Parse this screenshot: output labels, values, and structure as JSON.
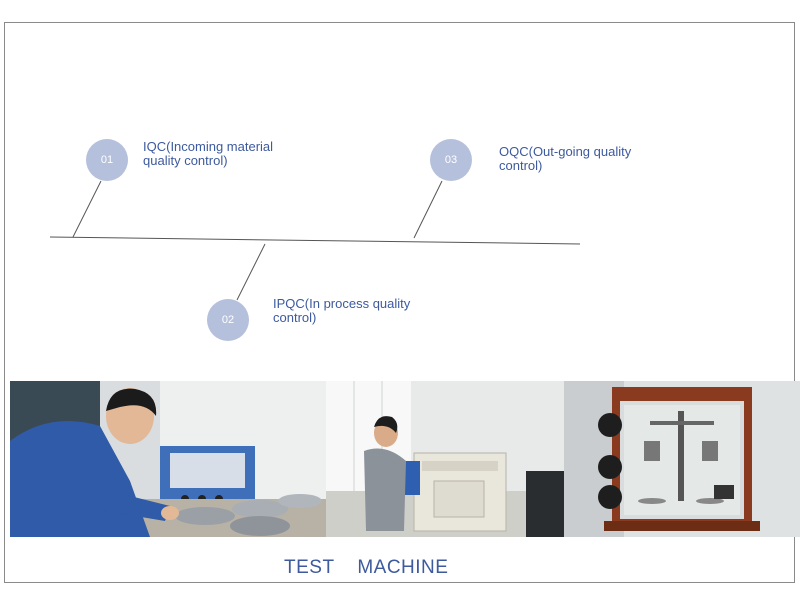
{
  "timeline": {
    "steps": [
      {
        "number": "01",
        "label": "IQC(Incoming material\nquality control)"
      },
      {
        "number": "02",
        "label": "IPQC(In process quality\ncontrol)"
      },
      {
        "number": "03",
        "label": "OQC(Out-going quality\ncontrol)"
      }
    ]
  },
  "photos": [
    {
      "icon": "worker-testing-flanges-photo"
    },
    {
      "icon": "technician-at-test-machine-photo"
    },
    {
      "icon": "precision-balance-cabinet-photo"
    }
  ],
  "caption": "TEST    MACHINE",
  "colors": {
    "accent_text": "#3d5a9e",
    "node_fill": "#b5c0dc",
    "frame_border": "#8a8a8a"
  }
}
